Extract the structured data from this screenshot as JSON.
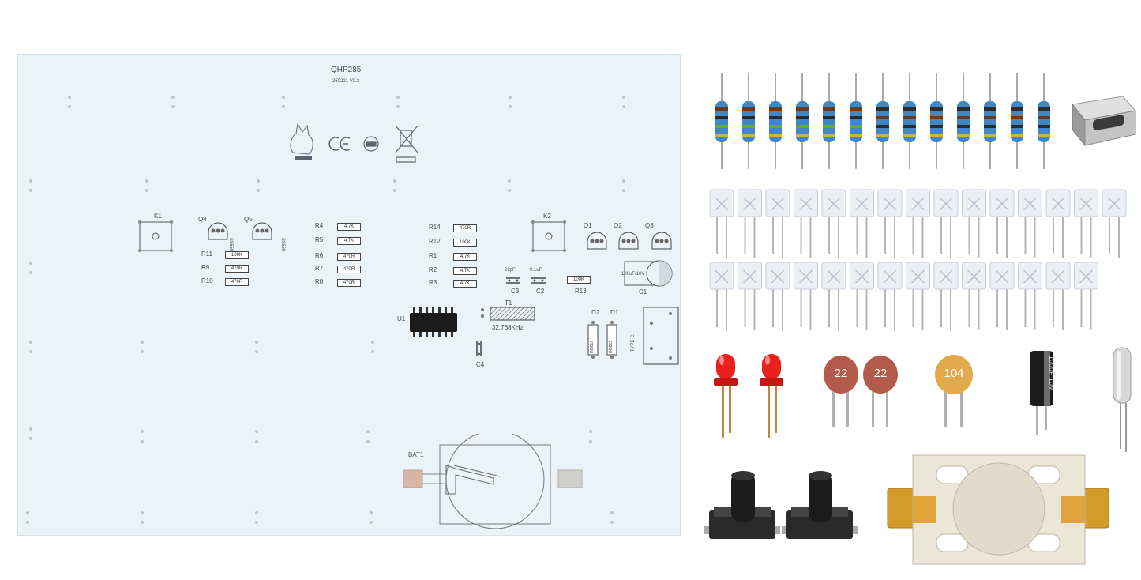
{
  "pcb": {
    "title": "QHP285",
    "version": "250221 V0.2",
    "silk_k1": "K1",
    "silk_k2": "K2",
    "silk_q4": "Q4",
    "silk_q5": "Q5",
    "silk_q1": "Q1",
    "silk_q2": "Q2",
    "silk_q3": "Q3",
    "silk_s8550": "S8550",
    "silk_r11": "R11",
    "silk_r9": "R9",
    "silk_r10": "R10",
    "silk_r4": "R4",
    "silk_r5": "R5",
    "silk_r6": "R6",
    "silk_r7": "R7",
    "silk_r8": "R8",
    "silk_r14": "R14",
    "silk_r12": "R12",
    "silk_r1": "R1",
    "silk_r2": "R2",
    "silk_r3": "R3",
    "silk_r13": "R13",
    "val_100k": "100K",
    "val_47k": "4.7K",
    "val_470r": "470R",
    "val_22pf": "22pF",
    "val_01uf": "0.1uF",
    "val_100uf": "100uF/10V",
    "silk_c1": "C1",
    "silk_c2": "C2",
    "silk_c3": "C3",
    "silk_c4": "C4",
    "silk_t1": "T1",
    "crystal_freq": "32.768KHz",
    "silk_u1": "U1",
    "silk_d1": "D1",
    "silk_d2": "D2",
    "diode_val": "IN5819",
    "typec_label": "TYPE C",
    "silk_bat1": "BAT1"
  },
  "parts": {
    "cap_label_a": "22",
    "cap_label_b": "22",
    "cap_label_104": "104",
    "electrolytic_text": "100uF 10V"
  },
  "colors": {
    "pcb": "#e9f3f8",
    "resistor_body": "#3f88c5",
    "led_red": "#e8211d",
    "ceramic_cap": "#b45a4a",
    "cap_104": "#e1aa4a",
    "holder": "#ece6d9",
    "gold": "#d49a2a"
  }
}
